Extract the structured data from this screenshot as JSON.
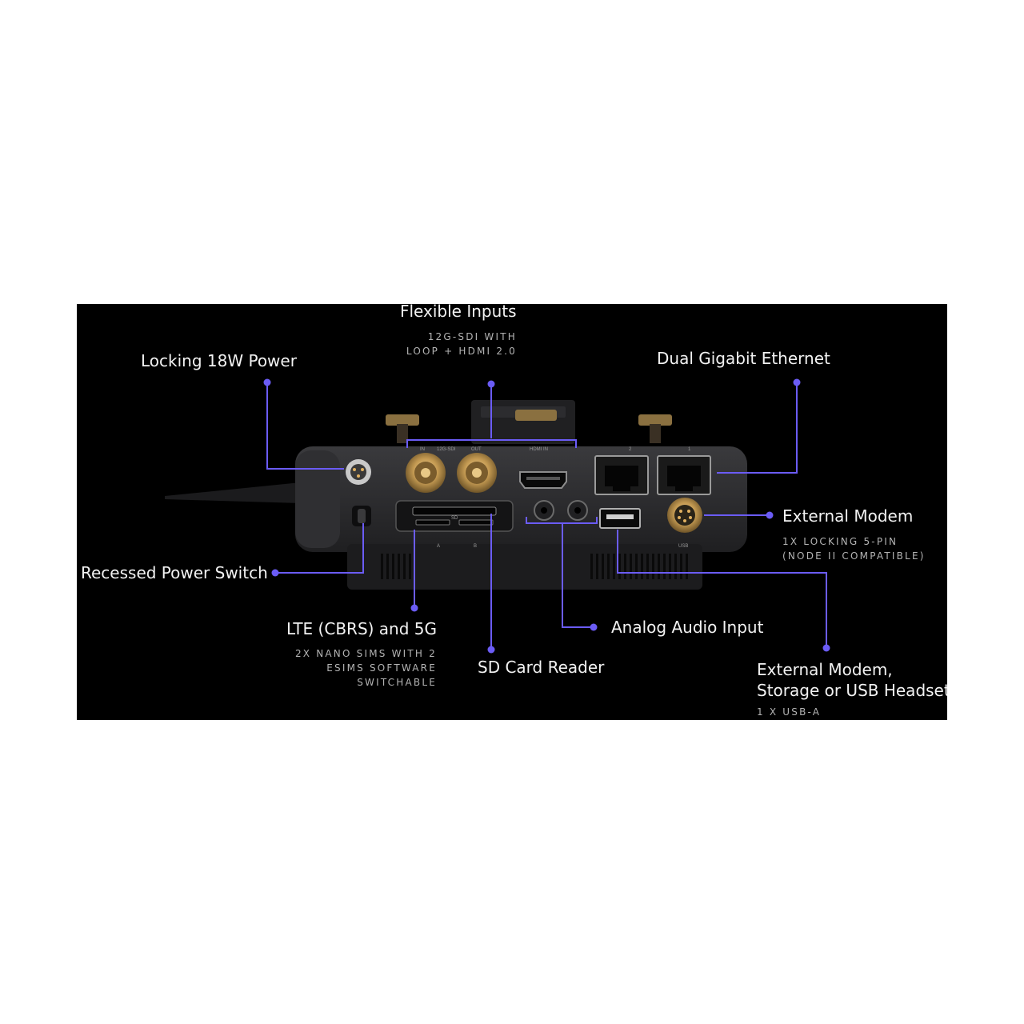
{
  "colors": {
    "background": "#000000",
    "accent": "#6b5cf6",
    "device": "#2a2a2c",
    "gold": "#c49a52"
  },
  "callouts": {
    "flexible_inputs": {
      "title": "Flexible Inputs",
      "sub1": "12G-SDI WITH",
      "sub2": "LOOP + HDMI 2.0"
    },
    "locking_power": {
      "title": "Locking 18W Power"
    },
    "dual_ethernet": {
      "title": "Dual Gigabit Ethernet"
    },
    "external_modem": {
      "title": "External Modem",
      "sub1": "1X LOCKING 5-PIN",
      "sub2": "(NODE II COMPATIBLE)"
    },
    "power_switch": {
      "title": "Recessed Power Switch"
    },
    "lte": {
      "title": "LTE (CBRS) and 5G",
      "sub1": "2X NANO SIMS WITH 2",
      "sub2": "ESIMS SOFTWARE",
      "sub3": "SWITCHABLE"
    },
    "analog_audio": {
      "title": "Analog Audio Input"
    },
    "sd_card": {
      "title": "SD Card Reader"
    },
    "usb": {
      "title1": "External Modem,",
      "title2": "Storage or USB Headset",
      "sub1": "1 X USB-A"
    }
  },
  "device_markings": {
    "sd": "SD",
    "sdi_in": "IN",
    "sdi_12g": "12G-SDI",
    "sdi_out": "OUT",
    "hdmi_in": "HDMI IN",
    "usb": "USB",
    "eth2": "2",
    "eth1": "1",
    "sim_a": "A",
    "sim_b": "B"
  }
}
